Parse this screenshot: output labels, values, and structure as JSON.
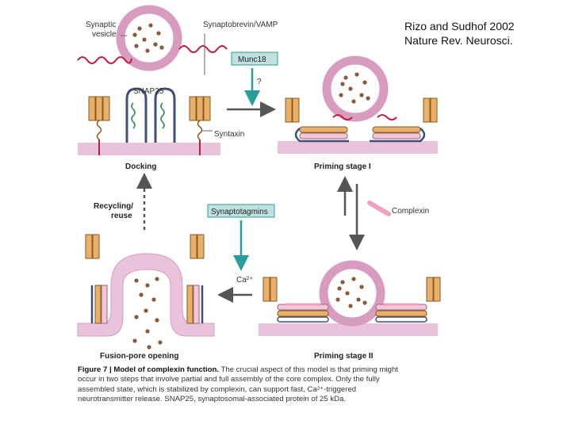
{
  "citation": {
    "line1": "Rizo and Sudhof 2002",
    "line2": "Nature Rev. Neurosci."
  },
  "labels": {
    "synaptic_vesicle_1": "Synaptic",
    "synaptic_vesicle_2": "vesicle",
    "synaptobrevin": "Synaptobrevin/VAMP",
    "munc18": "Munc18",
    "question": "?",
    "snap25": "SNAP25",
    "syntaxin": "Syntaxin",
    "docking": "Docking",
    "priming1": "Priming stage I",
    "recycling_1": "Recycling/",
    "recycling_2": "reuse",
    "synaptotagmins": "Synaptotagmins",
    "complexin": "Complexin",
    "calcium": "Ca²⁺",
    "fusion": "Fusion-pore opening",
    "priming2": "Priming stage II"
  },
  "caption": {
    "figure_label": "Figure 7 | Model of complexin function.",
    "body": " The crucial aspect of this model is that priming might occur in two steps that involve partial and full assembly of the core complex. Only the fully assembled state, which is stabilized by complexin, can support fast, Ca²⁺-triggered neurotransmitter release. SNAP25, synaptosomal-associated protein of 25 kDa."
  },
  "colors": {
    "vesicle": "#d89cc0",
    "membrane": "#e9c3dc",
    "arrow_teal": "#2a9d9a",
    "arrow_gray": "#555555",
    "box_fill": "#bfe0df",
    "helix_orange": "#e8b06a",
    "snap_blue": "#3e4f7a"
  }
}
